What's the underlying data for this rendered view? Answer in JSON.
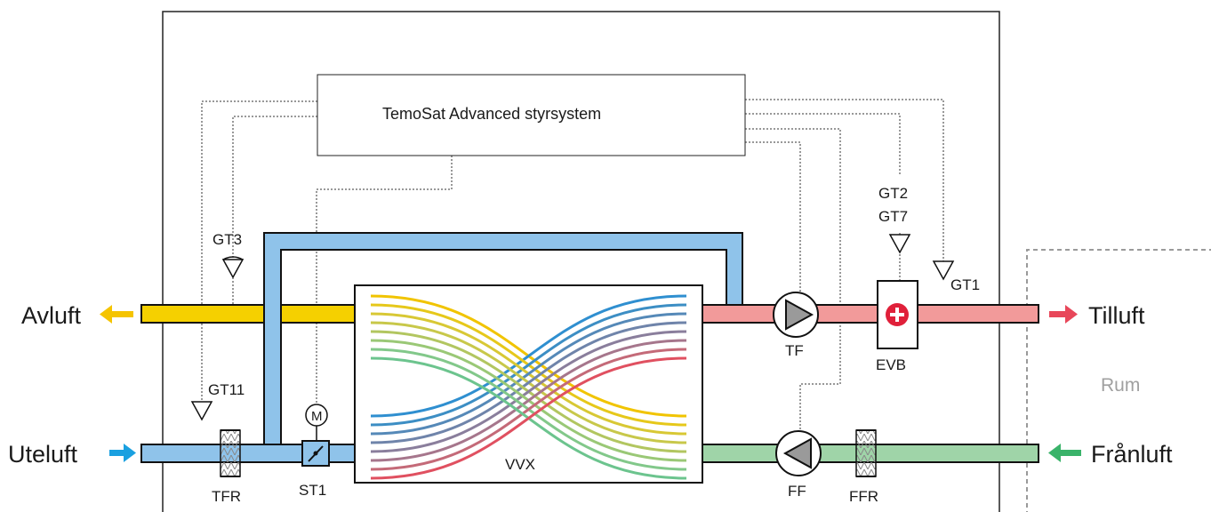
{
  "controller": {
    "label": "TemoSat Advanced styrsystem"
  },
  "ports": {
    "exhaust": "Avluft",
    "outdoor": "Uteluft",
    "supply": "Tilluft",
    "extract": "Frånluft"
  },
  "room": "Rum",
  "sensors": {
    "gt3": "GT3",
    "gt11": "GT11",
    "gt2": "GT2",
    "gt7": "GT7",
    "gt1": "GT1"
  },
  "components": {
    "heat_exchanger": "VVX",
    "supply_fan": "TF",
    "extract_fan": "FF",
    "heater": "EVB",
    "supply_filter": "TFR",
    "extract_filter": "FFR",
    "damper": "ST1",
    "motor": "M"
  },
  "colors": {
    "exhaust_duct": "#f5d000",
    "outdoor_duct": "#8fc3ea",
    "supply_duct": "#f29a9a",
    "extract_duct": "#9fd4a8",
    "exhaust_arrow": "#f5c400",
    "outdoor_arrow": "#1aa0e0",
    "supply_arrow": "#e8475a",
    "extract_arrow": "#3ab36a",
    "heater_symbol": "#e0203a",
    "fan_fill": "#9a9a9a"
  }
}
